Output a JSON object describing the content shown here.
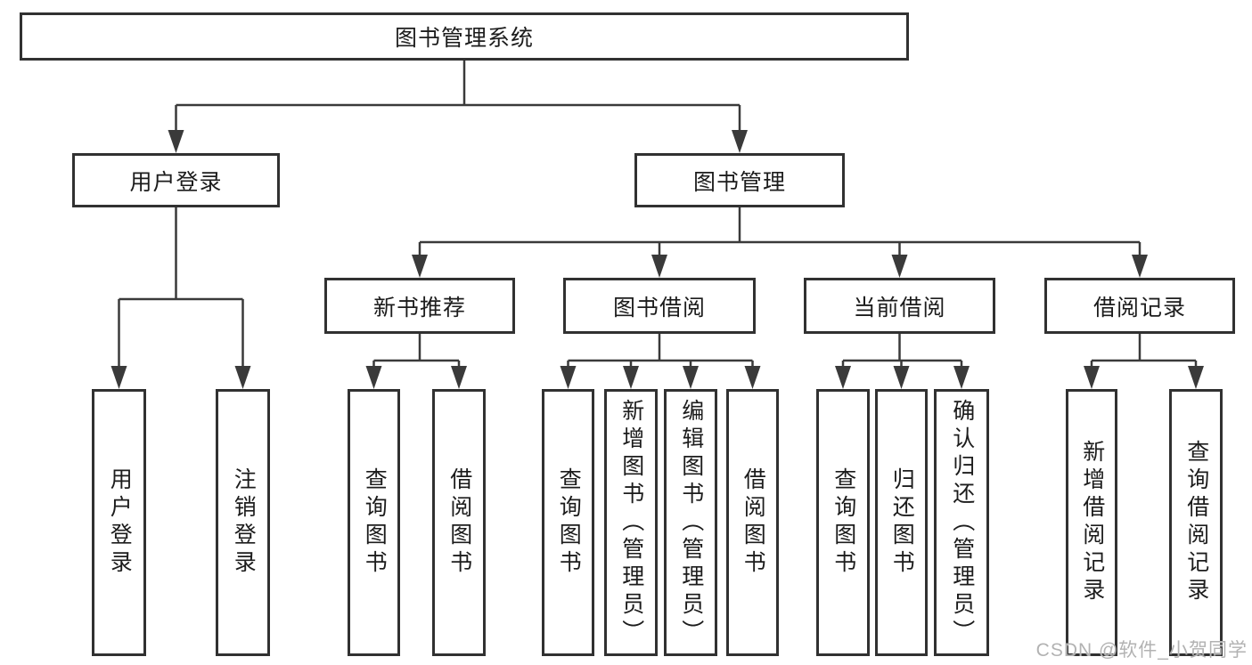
{
  "nodes": {
    "root": "图书管理系统",
    "level2": {
      "user_login": "用户登录",
      "book_management": "图书管理"
    },
    "level3": {
      "new_book_recommend": "新书推荐",
      "book_borrow": "图书借阅",
      "current_borrow": "当前借阅",
      "borrow_records": "借阅记录"
    },
    "leaves": {
      "user_login": [
        "用户登录",
        "注销登录"
      ],
      "new_book_recommend": [
        "查询图书",
        "借阅图书"
      ],
      "book_borrow": [
        "查询图书",
        "新增图书（管理员）",
        "编辑图书（管理员）",
        "借阅图书"
      ],
      "current_borrow": [
        "查询图书",
        "归还图书",
        "确认归还（管理员）"
      ],
      "borrow_records": [
        "新增借阅记录",
        "查询借阅记录"
      ]
    }
  },
  "watermark": "CSDN @软件_小贺同学",
  "colors": {
    "line": "#3a3a3a",
    "box_border": "#313131",
    "text": "#1c1c1c",
    "watermark": "#b2b2b2",
    "background": "#ffffff"
  }
}
